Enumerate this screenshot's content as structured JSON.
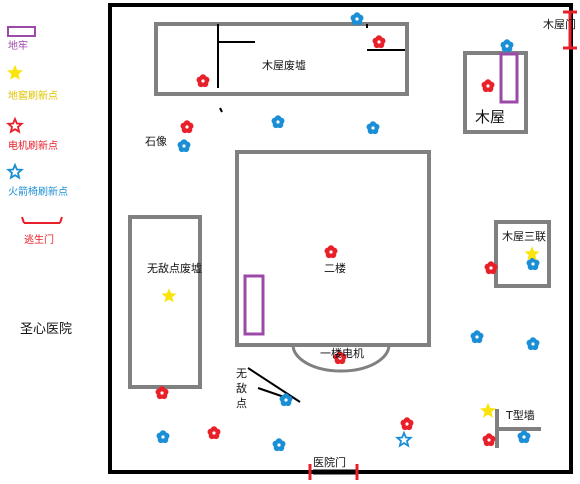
{
  "map": {
    "title": "圣心医院",
    "colors": {
      "outer_wall": "#000000",
      "building": "#808080",
      "cellar": "#9b4aa8",
      "generator": "#e8202a",
      "cabinet": "#fbe40d",
      "rocket_chair": "#1a8fd6",
      "exit_gate": "#e8202a",
      "wall_line": "#000000"
    },
    "legend": [
      {
        "icon": "cellar-icon",
        "label": "地牢",
        "color": "#9b4aa8"
      },
      {
        "icon": "star-icon",
        "label": "地窖刷新点",
        "color": "#fbe40d"
      },
      {
        "icon": "star-icon",
        "label": "电机刷新点",
        "color": "#e8202a"
      },
      {
        "icon": "star-icon",
        "label": "火箭椅刷新点",
        "color": "#1a8fd6"
      },
      {
        "icon": "gate-icon",
        "label": "逃生门",
        "color": "#e8202a"
      }
    ],
    "labels": {
      "wooden_house_ruins": "木屋废墟",
      "wooden_house": "木屋",
      "wooden_house_gate": "木屋门",
      "statue": "石像",
      "second_floor": "二楼",
      "first_floor_generator": "一楼电机",
      "no_enemy_ruins": "无敌点废墟",
      "wooden_house_triple": "木屋三联",
      "no_enemy_point": "无\n敌\n点",
      "t_wall": "T型墙",
      "hospital_gate": "医院门"
    }
  }
}
